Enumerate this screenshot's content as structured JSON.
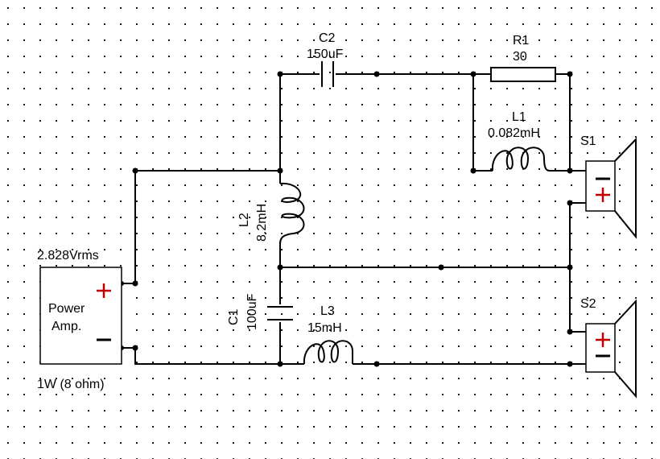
{
  "amplifier": {
    "name_line1": "Power",
    "name_line2": "Amp.",
    "voltage": "2.828Vrms",
    "power": "1W (8 ohm)"
  },
  "components": {
    "c2": {
      "ref": "C2",
      "value": "150uF"
    },
    "r1": {
      "ref": "R1",
      "value": "30"
    },
    "l1": {
      "ref": "L1",
      "value": "0.082mH"
    },
    "l2": {
      "ref": "L2",
      "value": "8.2mH"
    },
    "c1": {
      "ref": "C1",
      "value": "100uF"
    },
    "l3": {
      "ref": "L3",
      "value": "15mH"
    }
  },
  "speakers": {
    "s1": {
      "ref": "S1"
    },
    "s2": {
      "ref": "S2"
    }
  },
  "colors": {
    "positive": "#c00000",
    "wire": "#000000"
  }
}
